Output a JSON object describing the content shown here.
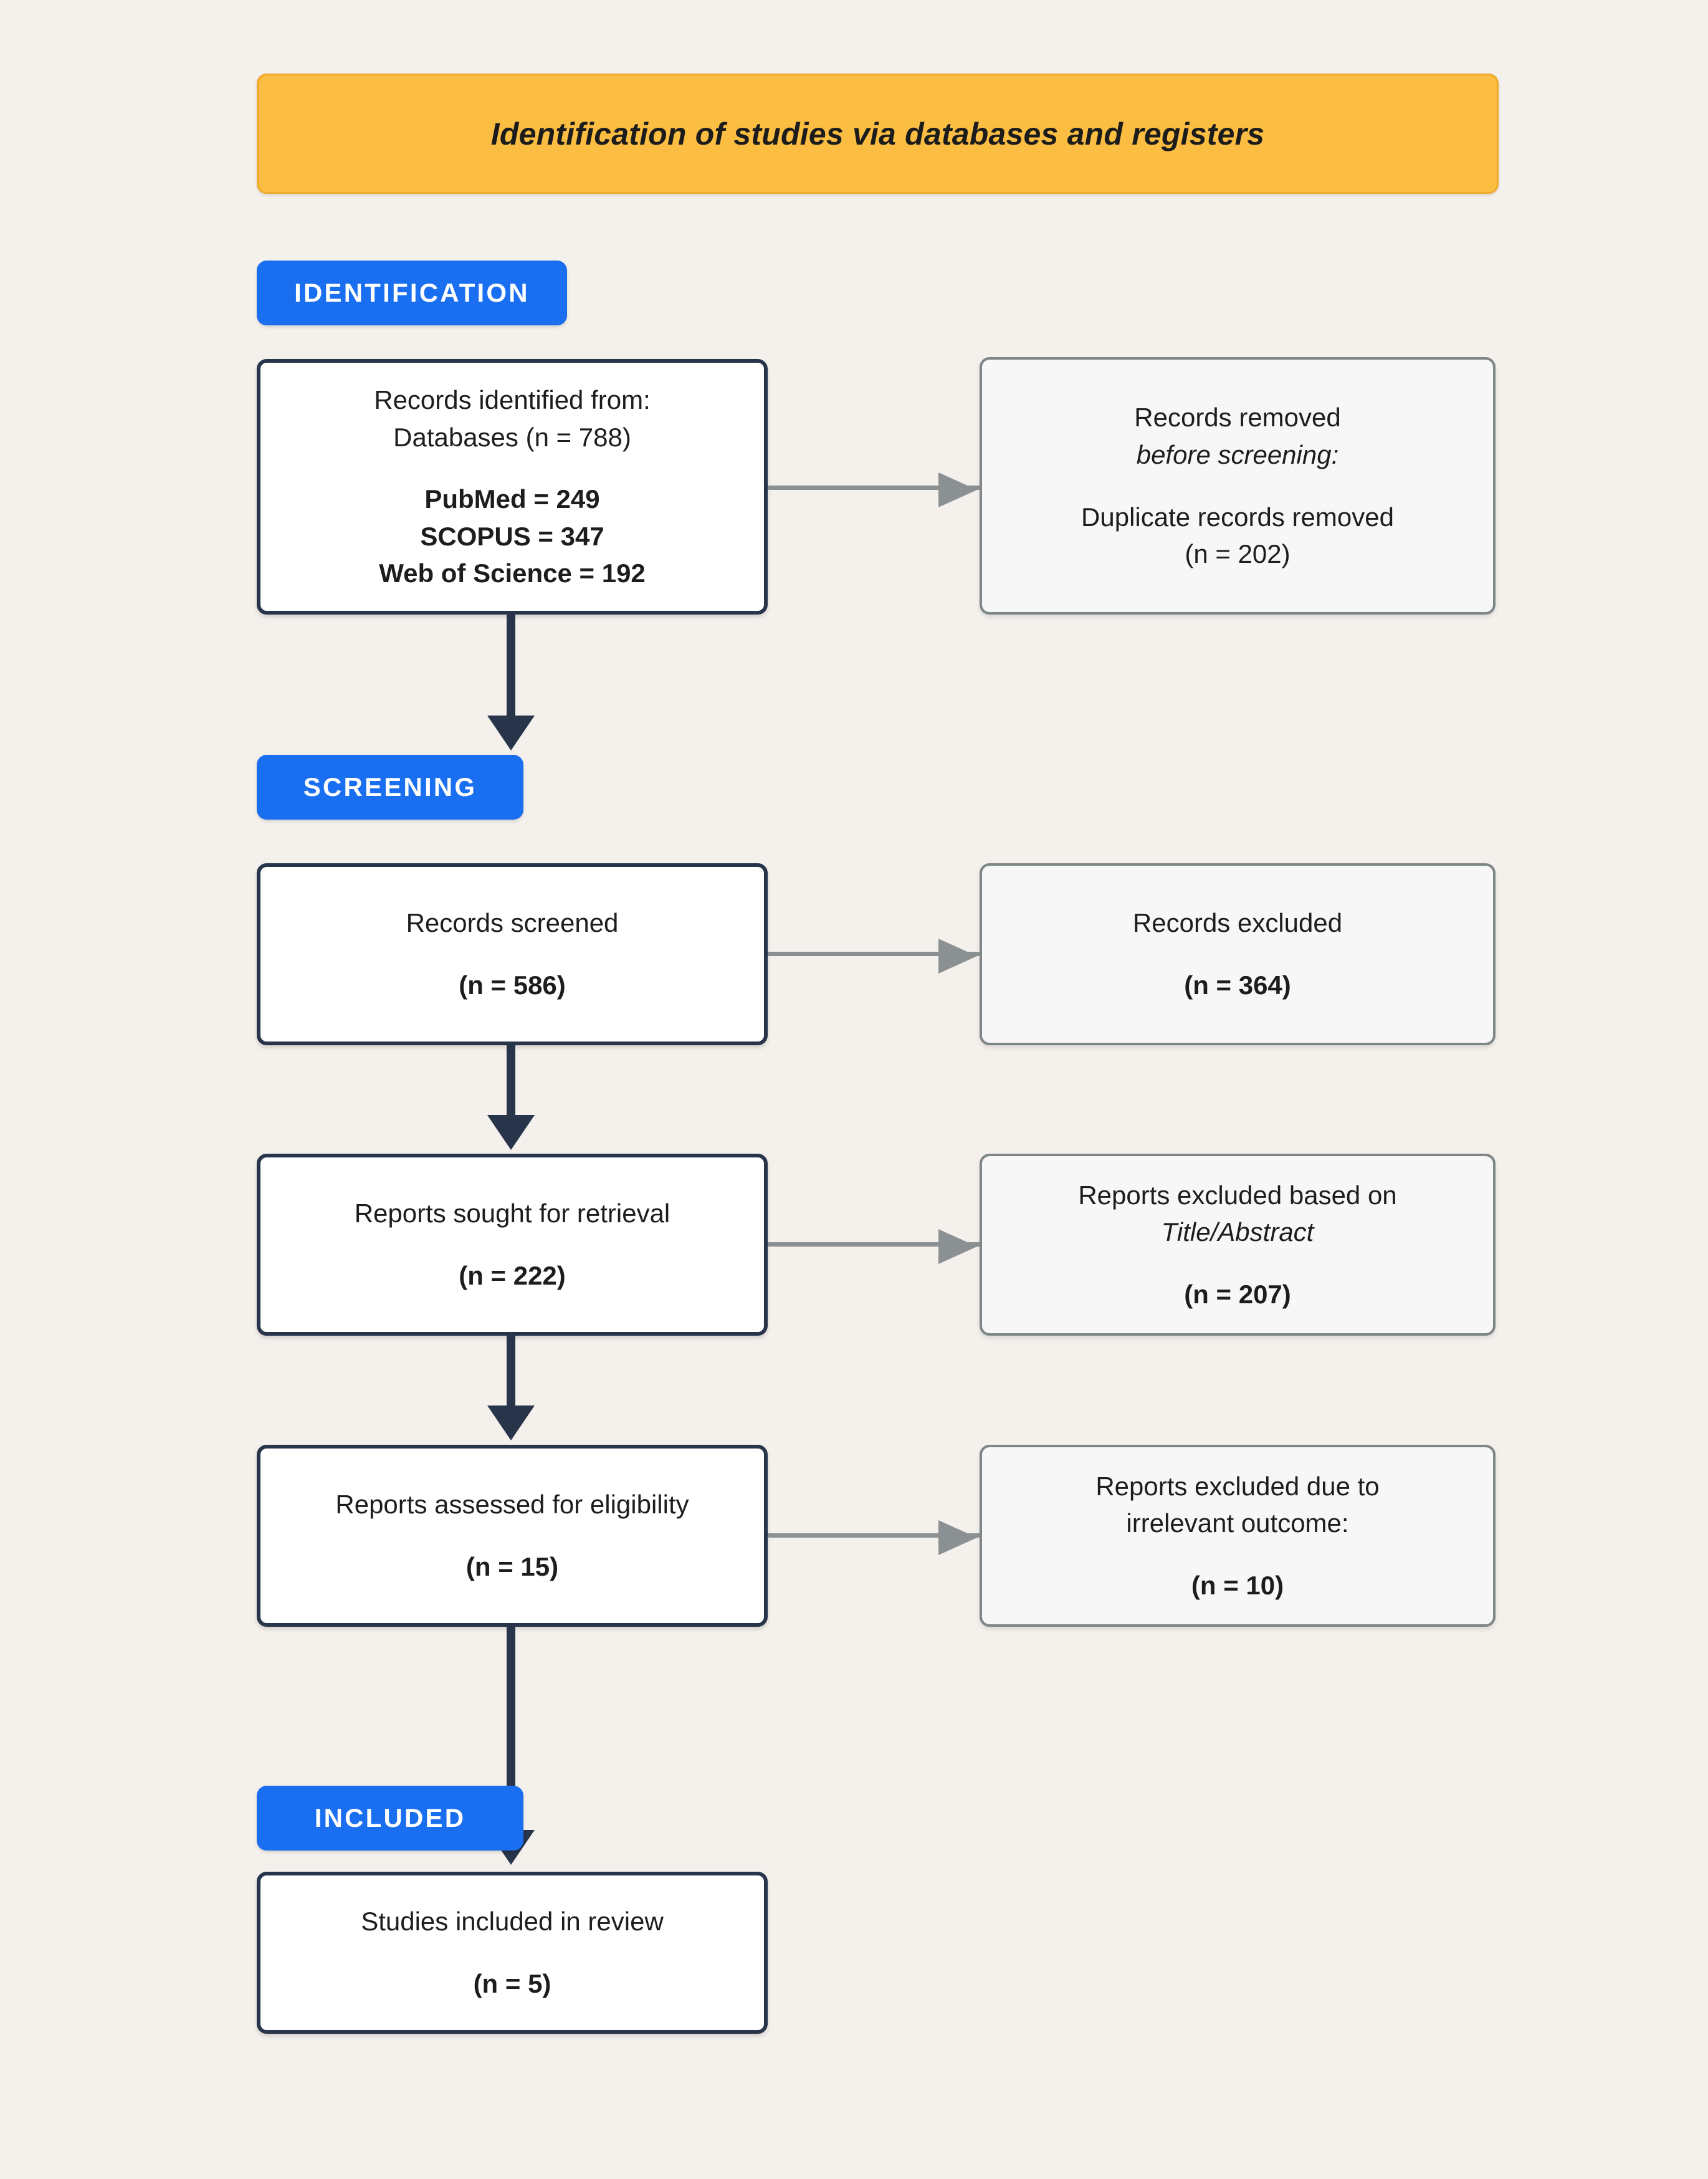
{
  "banner": {
    "title": "Identification of studies via databases and registers"
  },
  "badges": {
    "identification": "IDENTIFICATION",
    "screening": "SCREENING",
    "included": "INCLUDED"
  },
  "colors": {
    "background": "#f4f0ec",
    "banner_fill": "#fbbe42",
    "banner_border": "#efa92c",
    "badge_blue": "#1a6ef0",
    "primary_border": "#28344a",
    "secondary_border": "#7e8688",
    "secondary_fill": "#f7f7f7",
    "arrow_vertical": "#28344a",
    "arrow_horizontal": "#8b9193"
  },
  "nodes": {
    "identified": {
      "line1": "Records identified from:",
      "line2": "Databases (n = 788)",
      "line3": "PubMed = 249",
      "line4": "SCOPUS = 347",
      "line5": "Web of Science = 192"
    },
    "removed": {
      "line1": "Records removed",
      "line2": "before screening:",
      "line3": "Duplicate records removed",
      "line4": "(n = 202)"
    },
    "screened": {
      "line1": "Records screened",
      "line2": "(n = 586)"
    },
    "excluded1": {
      "line1": "Records excluded",
      "line2": "(n = 364)"
    },
    "sought": {
      "line1": "Reports sought for retrieval",
      "line2": "(n = 222)"
    },
    "excluded2": {
      "line1": "Reports excluded based on",
      "line2": "Title/Abstract",
      "line3": "(n = 207)"
    },
    "assessed": {
      "line1": "Reports assessed for eligibility",
      "line2": "(n = 15)"
    },
    "excluded3": {
      "line1": "Reports excluded due to",
      "line2": "irrelevant outcome:",
      "line3": "(n = 10)"
    },
    "included": {
      "line1": "Studies included in review",
      "line2": "(n = 5)"
    }
  },
  "chart_data": {
    "type": "diagram",
    "title": "Identification of studies via databases and registers",
    "stages": [
      "IDENTIFICATION",
      "SCREENING",
      "INCLUDED"
    ],
    "flow": [
      {
        "stage": "IDENTIFICATION",
        "label": "Records identified from Databases",
        "n": 788,
        "sources": [
          {
            "name": "PubMed",
            "n": 249
          },
          {
            "name": "SCOPUS",
            "n": 347
          },
          {
            "name": "Web of Science",
            "n": 192
          }
        ],
        "excluded": {
          "label": "Duplicate records removed before screening",
          "n": 202
        }
      },
      {
        "stage": "SCREENING",
        "label": "Records screened",
        "n": 586,
        "excluded": {
          "label": "Records excluded",
          "n": 364
        }
      },
      {
        "stage": "SCREENING",
        "label": "Reports sought for retrieval",
        "n": 222,
        "excluded": {
          "label": "Reports excluded based on Title/Abstract",
          "n": 207
        }
      },
      {
        "stage": "SCREENING",
        "label": "Reports assessed for eligibility",
        "n": 15,
        "excluded": {
          "label": "Reports excluded due to irrelevant outcome",
          "n": 10
        }
      },
      {
        "stage": "INCLUDED",
        "label": "Studies included in review",
        "n": 5
      }
    ]
  }
}
